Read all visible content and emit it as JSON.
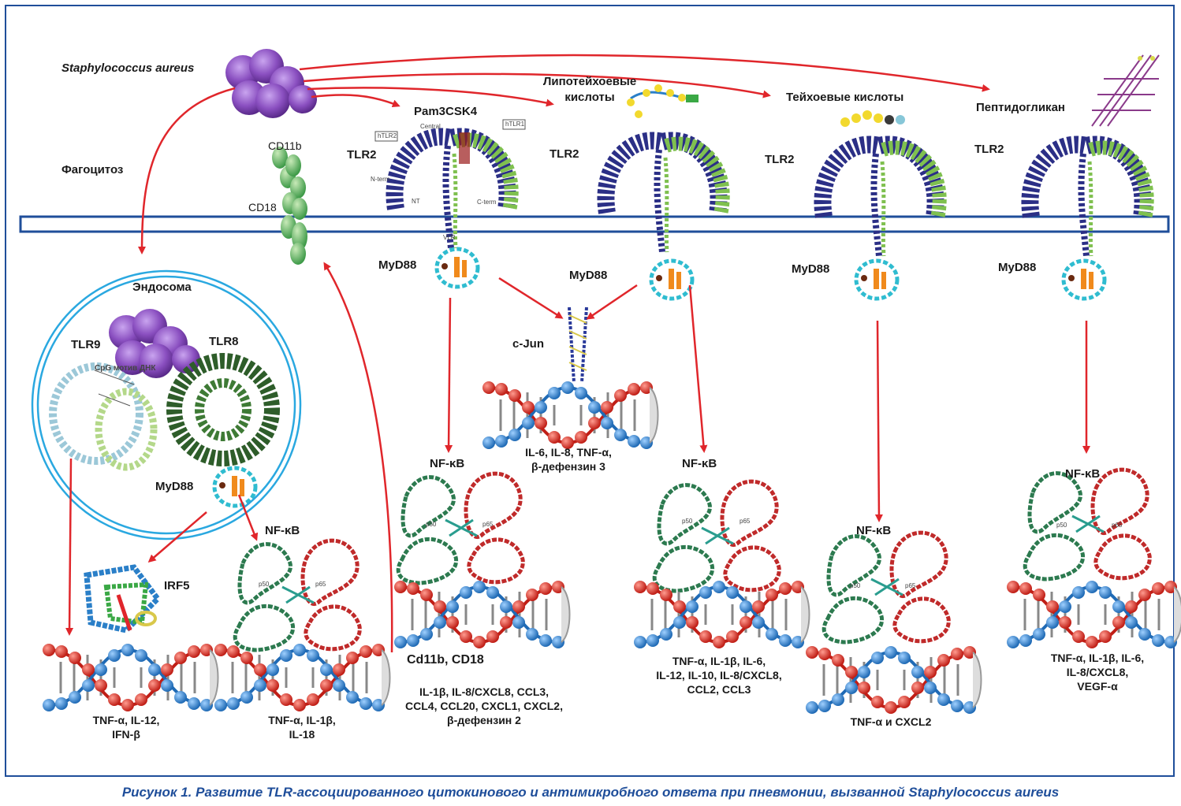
{
  "labels": {
    "staph": "Staphylococcus aureus",
    "phago": "Фагоцитоз",
    "pam3": "Pam3CSK4",
    "lipo": "Липотейхоевые\nкислоты",
    "teich": "Тейхоевые кислоты",
    "pepti": "Пептидогликан",
    "cd11b_top": "CD11b",
    "cd18_top": "CD18",
    "tlr2_1": "TLR2",
    "tlr2_2": "TLR2",
    "tlr2_3": "TLR2",
    "tlr2_4": "TLR2",
    "htlr2": "hTLR2",
    "htlr1": "hTLR1",
    "central": "Central",
    "nterm": "N-term",
    "cterm": "C-term",
    "nt": "NT",
    "vlr": "VLR",
    "myd88_1": "MyD88",
    "myd88_2": "MyD88",
    "myd88_3": "MyD88",
    "myd88_4": "MyD88",
    "myd88_endo": "MyD88",
    "endosome": "Эндосома",
    "tlr9": "TLR9",
    "tlr8": "TLR8",
    "cpg": "CpG мотив ДНК",
    "cjun": "c-Jun",
    "cjun_out": "IL-6, IL-8, TNF-α,\nβ-дефензин 3",
    "nfkb_1": "NF-κB",
    "nfkb_2": "NF-κB",
    "nfkb_3": "NF-κB",
    "nfkb_4": "NF-κB",
    "nfkb_endo": "NF-κB",
    "irf5": "IRF5",
    "p50": "p50",
    "p65": "p65",
    "out_irf5": "TNF-α, IL-12,\nIFN-β",
    "out_endo_nfkb": "TNF-α, IL-1β,\nIL-18",
    "out_cd": "Cd11b, CD18",
    "out_col1": "IL-1β, IL-8/CXCL8, CCL3,\nCCL4, CCL20, CXCL1, CXCL2,\nβ-дефензин 2",
    "out_col2": "TNF-α, IL-1β, IL-6,\nIL-12, IL-10, IL-8/CXCL8,\nCCL2, CCL3",
    "out_col3": "TNF-α и CXCL2",
    "out_col4": "TNF-α, IL-1β, IL-6,\nIL-8/CXCL8,\nVEGF-α"
  },
  "caption": "Рисунок 1. Развитие TLR-ассоциированного цитокинового и антимикробного ответа при пневмонии, вызванной Staphylococcus aureus",
  "colors": {
    "frame": "#1f4e9a",
    "membrane": "#1f4e9a",
    "arrow": "#e0262b",
    "endosome": "#2aa8e0",
    "tlr_dark": "#2b2f86",
    "tlr_light": "#7fc04f",
    "myd88": "#2fbcd0",
    "bacteria": "#8a4fc0",
    "dna_red": "#d7261e",
    "dna_blue": "#2a7fc8",
    "nfkb_green": "#2c7a4f",
    "nfkb_red": "#c02a2a"
  }
}
